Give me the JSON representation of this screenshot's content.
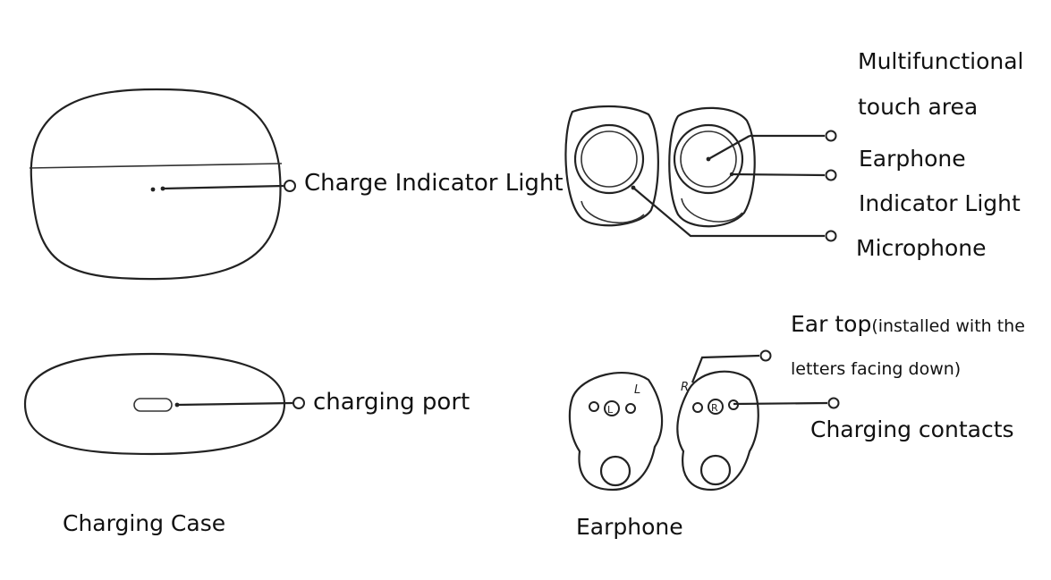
{
  "labels": {
    "charge_indicator_light": "Charge Indicator Light",
    "charging_port": "charging port",
    "charging_case": "Charging Case",
    "multifunctional_1": "Multifunctional",
    "multifunctional_2": "touch area",
    "earphone_indicator_1": "Earphone",
    "earphone_indicator_2": "Indicator Light",
    "microphone": "Microphone",
    "ear_top_main": "Ear top",
    "ear_top_note_1": "(installed with the",
    "ear_top_note_2": "letters facing down)",
    "charging_contacts": "Charging contacts",
    "earphone": "Earphone"
  },
  "earbud_letters": {
    "left": "L",
    "right": "R"
  }
}
